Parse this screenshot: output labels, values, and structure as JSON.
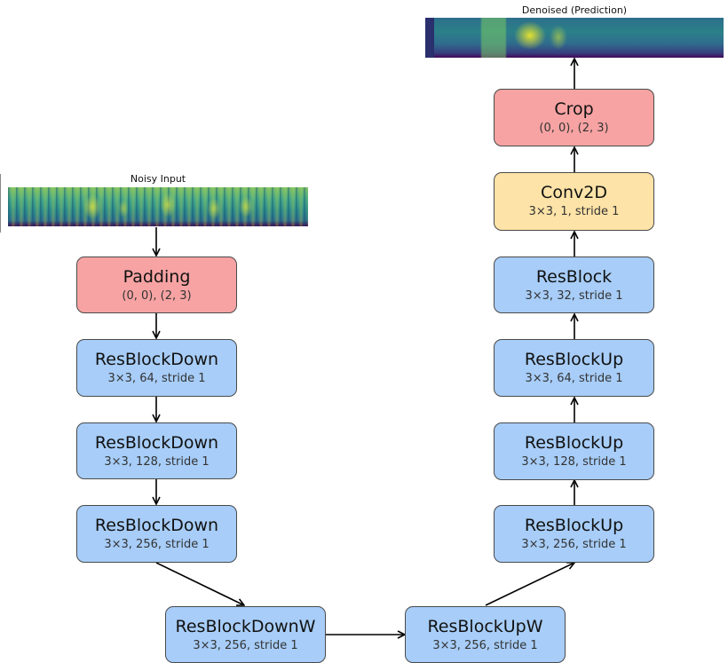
{
  "captions": {
    "noisy_input": "Noisy Input",
    "denoised_prediction": "Denoised (Prediction)"
  },
  "colors": {
    "blue_block": "#a7cdf8",
    "red_block": "#f7a3a3",
    "yellow_block": "#fde3a7",
    "arrow": "#000000"
  },
  "encoder": [
    {
      "name": "Padding",
      "params": "(0, 0),  (2, 3)"
    },
    {
      "name": "ResBlockDown",
      "params": "3×3,  64,  stride 1"
    },
    {
      "name": "ResBlockDown",
      "params": "3×3,  128,  stride 1"
    },
    {
      "name": "ResBlockDown",
      "params": "3×3,  256,  stride 1"
    },
    {
      "name": "ResBlockDownW",
      "params": "3×3,  256,  stride 1"
    }
  ],
  "decoder": [
    {
      "name": "ResBlockUpW",
      "params": "3×3,  256,  stride 1"
    },
    {
      "name": "ResBlockUp",
      "params": "3×3,  256,  stride 1"
    },
    {
      "name": "ResBlockUp",
      "params": "3×3,  128,  stride 1"
    },
    {
      "name": "ResBlockUp",
      "params": "3×3,  64,  stride 1"
    },
    {
      "name": "ResBlock",
      "params": "3×3,  32,  stride 1"
    },
    {
      "name": "Conv2D",
      "params": "3×3,  1,  stride 1"
    },
    {
      "name": "Crop",
      "params": "(0, 0),  (2, 3)"
    }
  ]
}
